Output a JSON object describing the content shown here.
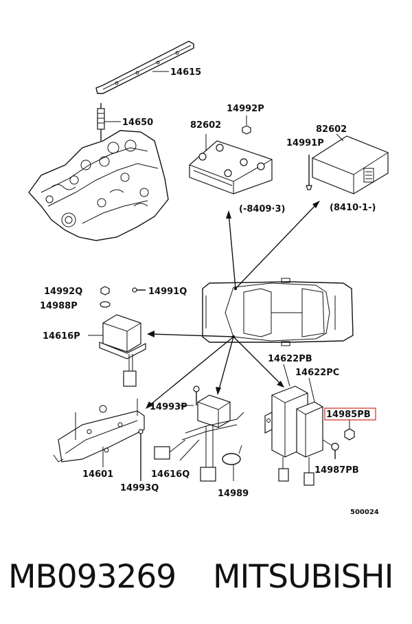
{
  "labels": {
    "p14615": "14615",
    "p14650": "14650",
    "p14992P": "14992P",
    "p82602a": "82602",
    "p82602b": "82602",
    "p14991P": "14991P",
    "range1": "(-8409·3)",
    "range2": "(8410·1-)",
    "p14992Q": "14992Q",
    "p14991Q": "14991Q",
    "p14988P": "14988P",
    "p14616P": "14616P",
    "p14622PB": "14622PB",
    "p14622PC": "14622PC",
    "p14985PB": "14985PB",
    "p14993P": "14993P",
    "p14601": "14601",
    "p14616Q": "14616Q",
    "p14989": "14989",
    "p14987PB": "14987PB",
    "p14993Q": "14993Q",
    "fig_code": "500024"
  },
  "footer": {
    "part_number": "MB093269",
    "brand": "MITSUBISHI"
  },
  "highlight_color": "#d9534f"
}
